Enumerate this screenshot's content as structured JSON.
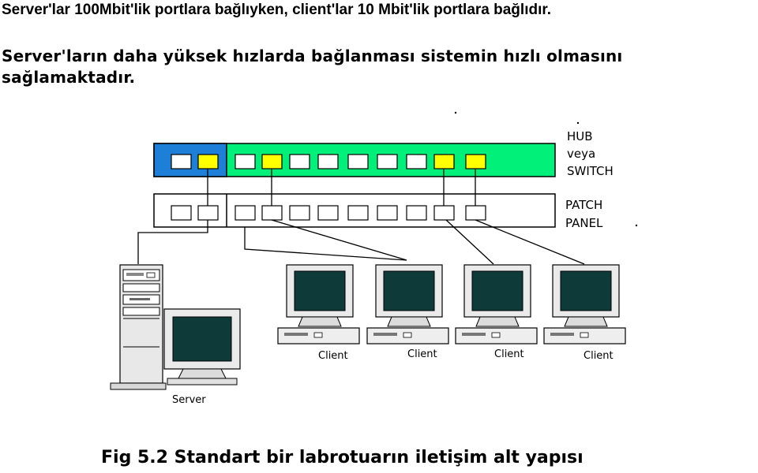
{
  "text": {
    "line1": "Server'lar 100Mbit'lik portlara bağlıyken, client'lar 10 Mbit'lik portlara bağlıdır.",
    "line2": "Server'ların daha yüksek hızlarda bağlanması sistemin hızlı olmasını sağlamaktadır.",
    "caption": "Fig 5.2 Standart bir labrotuarın iletişim alt yapısı"
  },
  "diagram": {
    "hub_label_1": "HUB",
    "hub_label_2": "veya",
    "hub_label_3": "SWITCH",
    "patch_label_1": "PATCH",
    "patch_label_2": "PANEL",
    "server_label": "Server",
    "client_labels": [
      "Client",
      "Client",
      "Client",
      "Client"
    ],
    "colors": {
      "hub_server_section": "#1e7fd8",
      "hub_client_section": "#00f07a",
      "active_port": "#ffff00",
      "monitor_screen": "#0f3a3a",
      "line": "#000000"
    }
  }
}
